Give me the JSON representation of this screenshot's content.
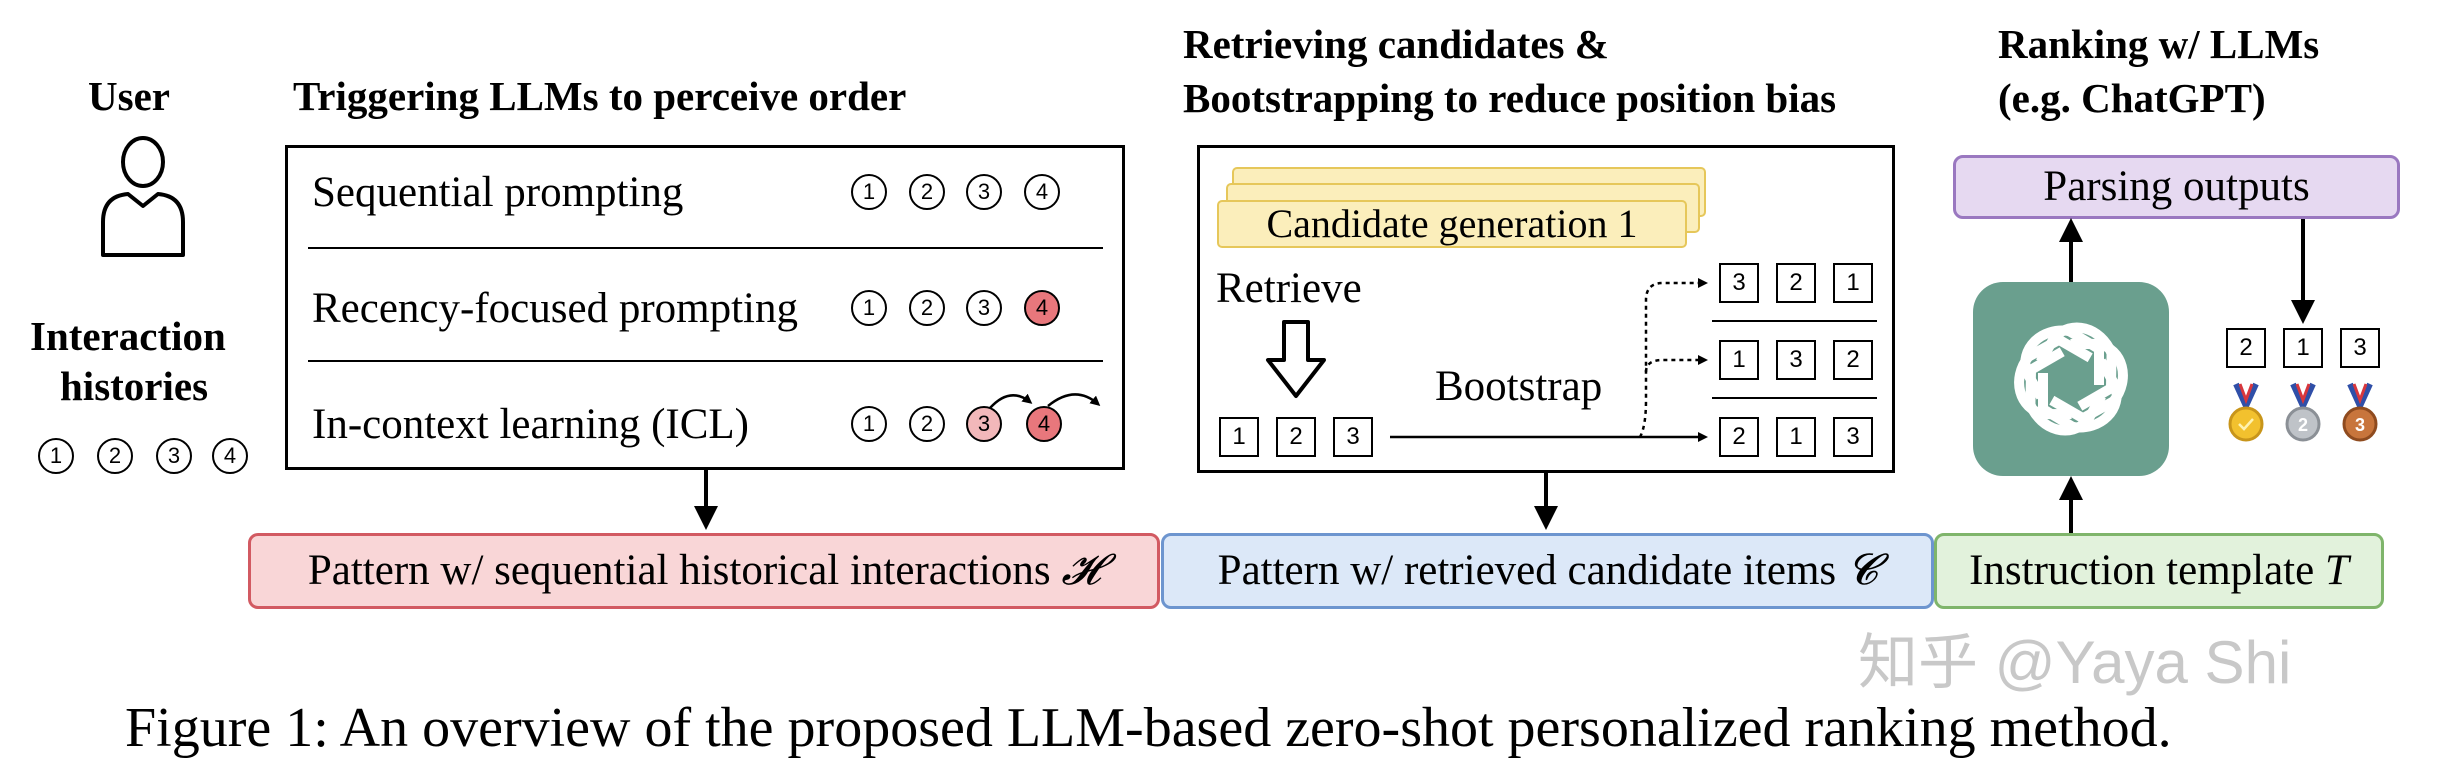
{
  "user": {
    "label": "User",
    "icon": "user-icon",
    "histories_label_line1": "Interaction",
    "histories_label_line2": "histories",
    "items": [
      "1",
      "2",
      "3",
      "4"
    ]
  },
  "order_section": {
    "title": "Triggering LLMs to perceive order",
    "rows": [
      {
        "label": "Sequential prompting",
        "items": [
          "1",
          "2",
          "3",
          "4"
        ]
      },
      {
        "label": "Recency-focused prompting",
        "items": [
          "1",
          "2",
          "3",
          "4"
        ]
      },
      {
        "label": "In-context learning (ICL)",
        "items": [
          "1",
          "2",
          "3",
          "4"
        ]
      }
    ]
  },
  "retrieval_section": {
    "title_line1": "Retrieving candidates &",
    "title_line2": "Bootstrapping to reduce position bias",
    "candidate_label": "Candidate generation 1",
    "retrieve_label": "Retrieve",
    "bootstrap_label": "Bootstrap",
    "input_items": [
      "1",
      "2",
      "3"
    ],
    "permutations": [
      [
        "3",
        "2",
        "1"
      ],
      [
        "1",
        "3",
        "2"
      ],
      [
        "2",
        "1",
        "3"
      ]
    ]
  },
  "ranking_section": {
    "title_line1": "Ranking w/ LLMs",
    "title_line2": "(e.g. ChatGPT)",
    "parsing_label": "Parsing outputs",
    "logo_icon": "chatgpt-logo-icon",
    "ranked_items": [
      "2",
      "1",
      "3"
    ],
    "medals": [
      "gold-medal-icon",
      "silver-medal-icon",
      "bronze-medal-icon"
    ]
  },
  "patterns": {
    "historical": {
      "label": "Pattern w/ sequential historical interactions ",
      "symbol": "𝓗"
    },
    "candidates": {
      "label": "Pattern w/ retrieved candidate items ",
      "symbol": "𝓒"
    },
    "template": {
      "label": "Instruction template ",
      "symbol": "T"
    }
  },
  "colors": {
    "pink": "#f2b8ba",
    "red": "#e8777c",
    "cand_yellow": "#fbeebb",
    "cand_border": "#e6c75a",
    "pat_red_bg": "#f9d6d7",
    "pat_red_border": "#d25a62",
    "pat_blue_bg": "#dce8f8",
    "pat_blue_border": "#6d95cf",
    "pat_green_bg": "#e2f2dc",
    "pat_green_border": "#7fb56b",
    "parse_bg": "#e6d9f1",
    "parse_border": "#9a78c0",
    "chatgpt_green": "#6a9f8e"
  },
  "watermark": "知乎 @Yaya Shi",
  "caption": "Figure 1: An overview of the proposed LLM-based zero-shot personalized ranking method."
}
